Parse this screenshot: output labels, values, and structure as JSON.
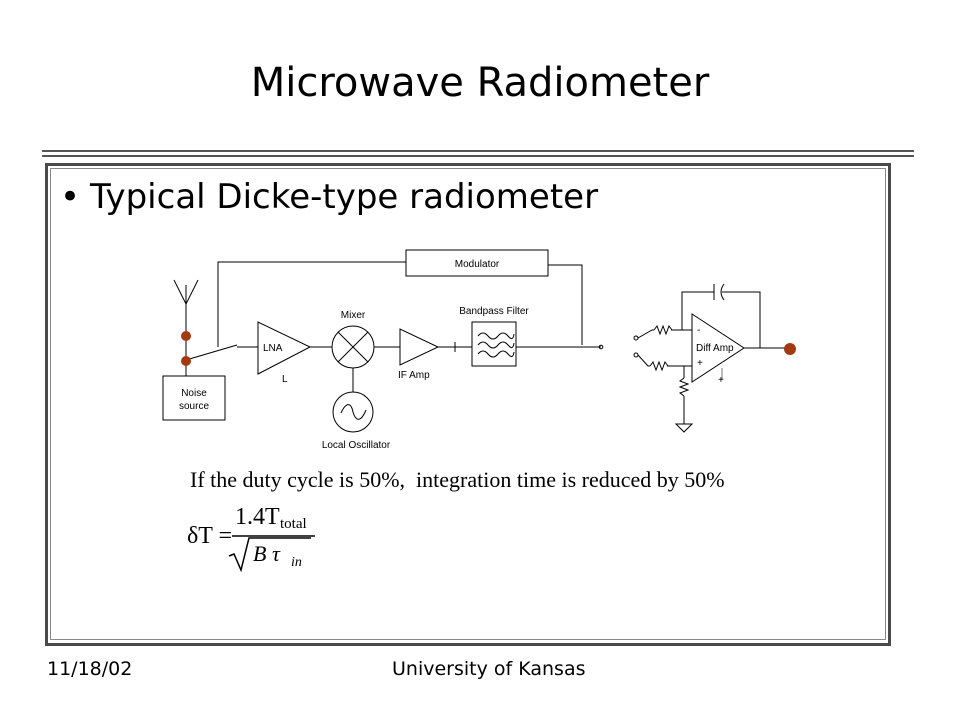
{
  "slide": {
    "title": "Microwave Radiometer",
    "bullet": "Typical Dicke-type radiometer",
    "duty_text": "If the duty cycle is 50%,  integration time is reduced by 50%",
    "formula": {
      "lhs": "δT =",
      "numerator": "1.4T",
      "numerator_sub": "total",
      "denominator": "B τ",
      "denominator_sub": "in"
    },
    "footer_date": "11/18/02",
    "footer_org": "University of Kansas"
  },
  "diagram": {
    "modulator": "Modulator",
    "mixer": "Mixer",
    "bandpass": "Bandpass Filter",
    "lna": "LNA",
    "if_amp": "IF Amp",
    "local_osc": "Local Oscillator",
    "noise_line1": "Noise",
    "noise_line2": "source",
    "diff_amp": "Diff Amp",
    "minus": "-",
    "plus": "+",
    "lna_mark": "L"
  },
  "colors": {
    "node": "#a33a0f",
    "rule": "#555555"
  }
}
